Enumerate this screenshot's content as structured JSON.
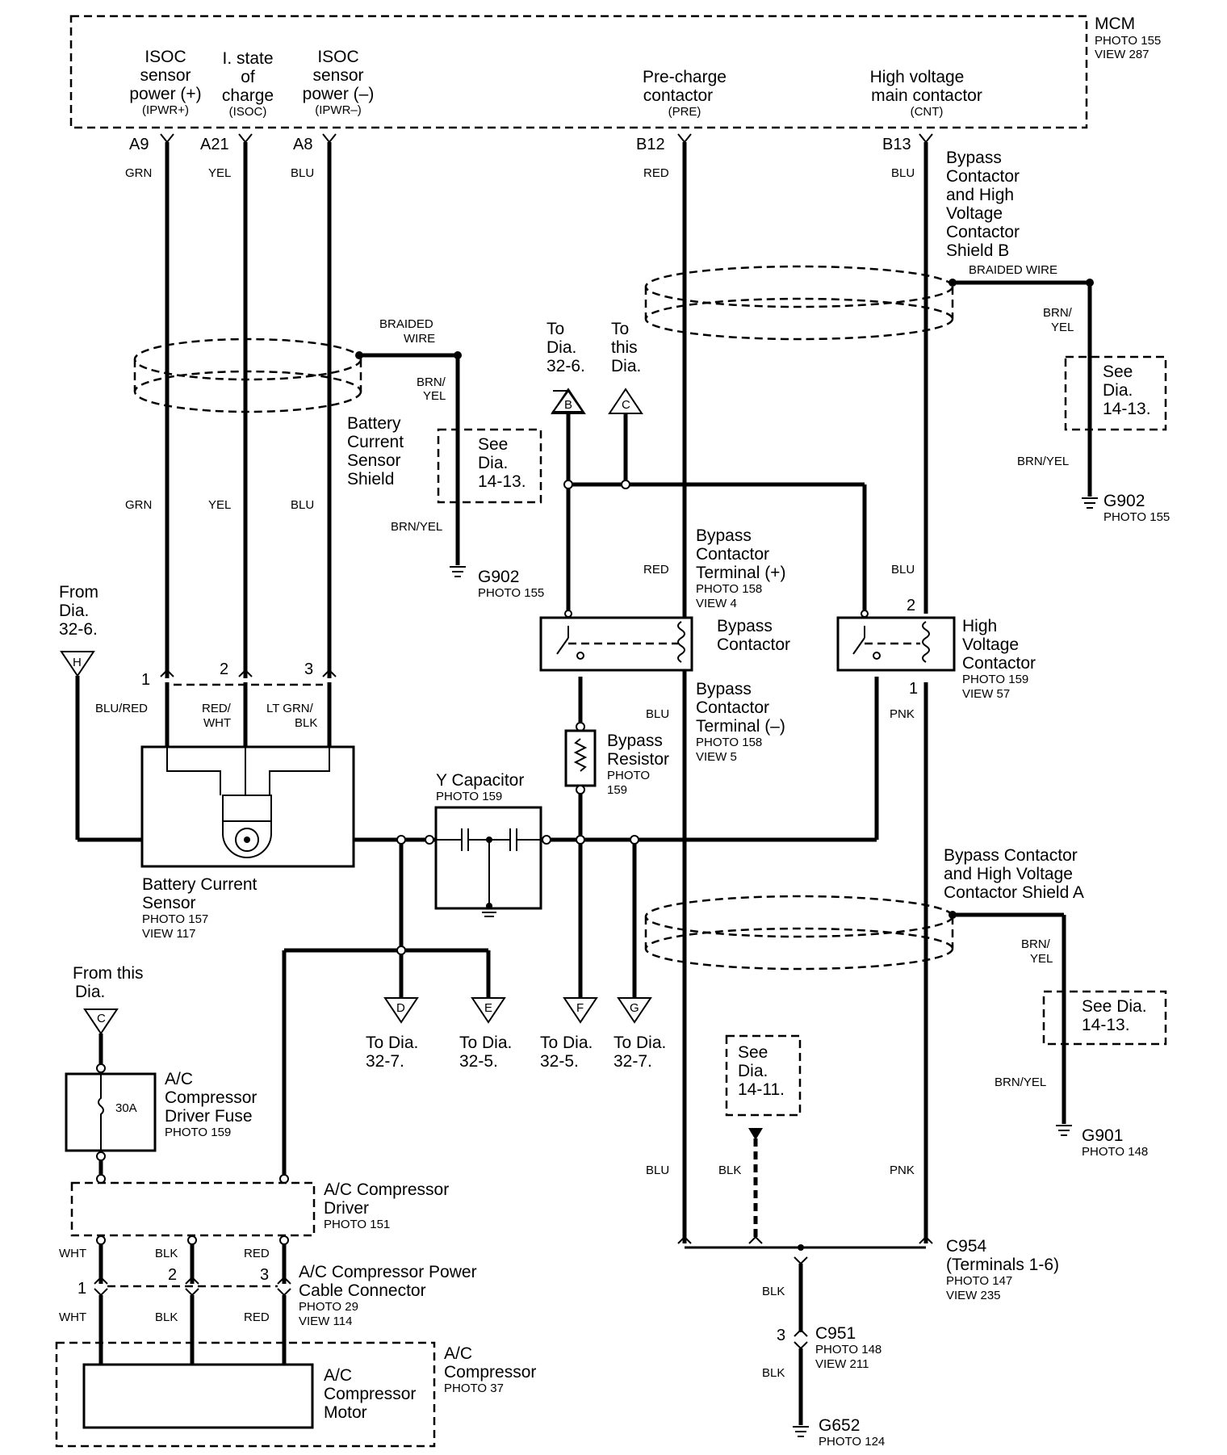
{
  "mcm": {
    "title": "MCM",
    "photo": "PHOTO 155",
    "view": "VIEW 287",
    "isoc_pos": {
      "l1": "ISOC",
      "l2": "sensor",
      "l3": "power (+)",
      "sig": "(IPWR+)",
      "pin": "A9",
      "color": "GRN"
    },
    "isoc_state": {
      "l1": "I. state",
      "l2": "of",
      "l3": "charge",
      "sig": "(ISOC)",
      "pin": "A21",
      "color": "YEL"
    },
    "isoc_neg": {
      "l1": "ISOC",
      "l2": "sensor",
      "l3": "power (–)",
      "sig": "(IPWR–)",
      "pin": "A8",
      "color": "BLU"
    },
    "precharge": {
      "l1": "Pre-charge",
      "l2": "contactor",
      "sig": "(PRE)",
      "pin": "B12",
      "color": "RED"
    },
    "hv_main": {
      "l1": "High voltage",
      "l2": "main contactor",
      "sig": "(CNT)",
      "pin": "B13",
      "color": "BLU"
    }
  },
  "labels": {
    "grn": "GRN",
    "yel": "YEL",
    "blu": "BLU",
    "red": "RED",
    "pnk": "PNK",
    "blk": "BLK",
    "wht": "WHT",
    "brn_yel": "BRN/YEL",
    "brn": "BRN/",
    "yel2": "YEL",
    "blu_red": "BLU/RED",
    "red_wht1": "RED/",
    "red_wht2": "WHT",
    "ltgrn1": "LT GRN/",
    "ltgrn2": "BLK",
    "braided1": "BRAIDED",
    "braided2": "WIRE",
    "braided_wire": "BRAIDED WIRE"
  },
  "shield_b": {
    "l1": "Bypass",
    "l2": "Contactor",
    "l3": "and High",
    "l4": "Voltage",
    "l5": "Contactor",
    "l6": "Shield B"
  },
  "bcs_shield": {
    "l1": "Battery",
    "l2": "Current",
    "l3": "Sensor",
    "l4": "Shield"
  },
  "see_dia_1413": {
    "l1": "See",
    "l2": "Dia.",
    "l3": "14-13."
  },
  "see_dia_1413b": {
    "l1": "See Dia.",
    "l2": "14-13."
  },
  "see_dia_1411": {
    "l1": "See",
    "l2": "Dia.",
    "l3": "14-11."
  },
  "g902": {
    "name": "G902",
    "photo": "PHOTO 155"
  },
  "g901": {
    "name": "G901",
    "photo": "PHOTO 148"
  },
  "g652": {
    "name": "G652",
    "photo": "PHOTO 124"
  },
  "to_b": {
    "l1": "To",
    "l2": "Dia.",
    "l3": "32-6.",
    "letter": "B"
  },
  "to_c": {
    "l1": "To",
    "l2": "this",
    "l3": "Dia.",
    "letter": "C"
  },
  "from_h": {
    "l1": "From",
    "l2": "Dia.",
    "l3": "32-6.",
    "letter": "H"
  },
  "from_c": {
    "l1": "From this",
    "l2": "Dia.",
    "letter": "C"
  },
  "bct_pos": {
    "l1": "Bypass",
    "l2": "Contactor",
    "l3": "Terminal (+)",
    "photo": "PHOTO 158",
    "view": "VIEW 4"
  },
  "bct_neg": {
    "l1": "Bypass",
    "l2": "Contactor",
    "l3": "Terminal (–)",
    "photo": "PHOTO 158",
    "view": "VIEW 5"
  },
  "bypass_contactor": {
    "l1": "Bypass",
    "l2": "Contactor"
  },
  "hv_contactor": {
    "l1": "High",
    "l2": "Voltage",
    "l3": "Contactor",
    "photo": "PHOTO 159",
    "view": "VIEW 57",
    "pin_top": "2",
    "pin_bot": "1"
  },
  "bypass_resistor": {
    "l1": "Bypass",
    "l2": "Resistor",
    "l3": "PHOTO",
    "l4": "159"
  },
  "y_cap": {
    "name": "Y Capacitor",
    "photo": "PHOTO 159"
  },
  "bcs": {
    "l1": "Battery Current",
    "l2": "Sensor",
    "photo": "PHOTO 157",
    "view": "VIEW 117",
    "p1": "1",
    "p2": "2",
    "p3": "3"
  },
  "shield_a": {
    "l1": "Bypass Contactor",
    "l2": "and High Voltage",
    "l3": "Contactor Shield A"
  },
  "to_d": {
    "l1": "To Dia.",
    "l2": "32-7.",
    "letter": "D"
  },
  "to_e": {
    "l1": "To Dia.",
    "l2": "32-5.",
    "letter": "E"
  },
  "to_f": {
    "l1": "To Dia.",
    "l2": "32-5.",
    "letter": "F"
  },
  "to_g": {
    "l1": "To Dia.",
    "l2": "32-7.",
    "letter": "G"
  },
  "fuse": {
    "l1": "A/C",
    "l2": "Compressor",
    "l3": "Driver Fuse",
    "photo": "PHOTO 159",
    "rating": "30A"
  },
  "driver": {
    "l1": "A/C Compressor",
    "l2": "Driver",
    "photo": "PHOTO 151"
  },
  "cable_conn": {
    "l1": "A/C Compressor Power",
    "l2": "Cable Connector",
    "photo": "PHOTO 29",
    "view": "VIEW 114",
    "p1": "1",
    "p2": "2",
    "p3": "3"
  },
  "compressor": {
    "l1": "A/C",
    "l2": "Compressor",
    "photo": "PHOTO 37"
  },
  "motor": {
    "l1": "A/C",
    "l2": "Compressor",
    "l3": "Motor"
  },
  "c954": {
    "name": "C954",
    "l2": "(Terminals 1-6)",
    "photo": "PHOTO 147",
    "view": "VIEW 235"
  },
  "c951": {
    "name": "C951",
    "photo": "PHOTO 148",
    "view": "VIEW 211",
    "pin": "3"
  }
}
